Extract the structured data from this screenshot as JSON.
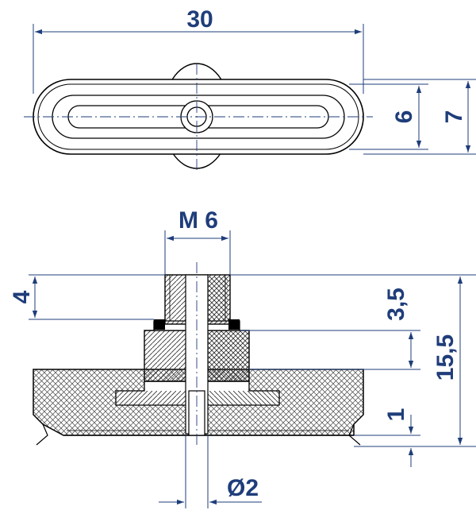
{
  "colors": {
    "dimension": "#1f3d7a",
    "outline": "#000000",
    "hatch": "#333333",
    "centerline": "#1f3d7a"
  },
  "top_view": {
    "dimensions": {
      "length": "30",
      "inner_height": "6",
      "outer_height": "7"
    }
  },
  "section_view": {
    "dimensions": {
      "thread": "M 6",
      "thread_length": "4",
      "upper_height": "3,5",
      "total_height": "15,5",
      "lip_height": "1",
      "bore_diameter": "Ø2"
    }
  }
}
